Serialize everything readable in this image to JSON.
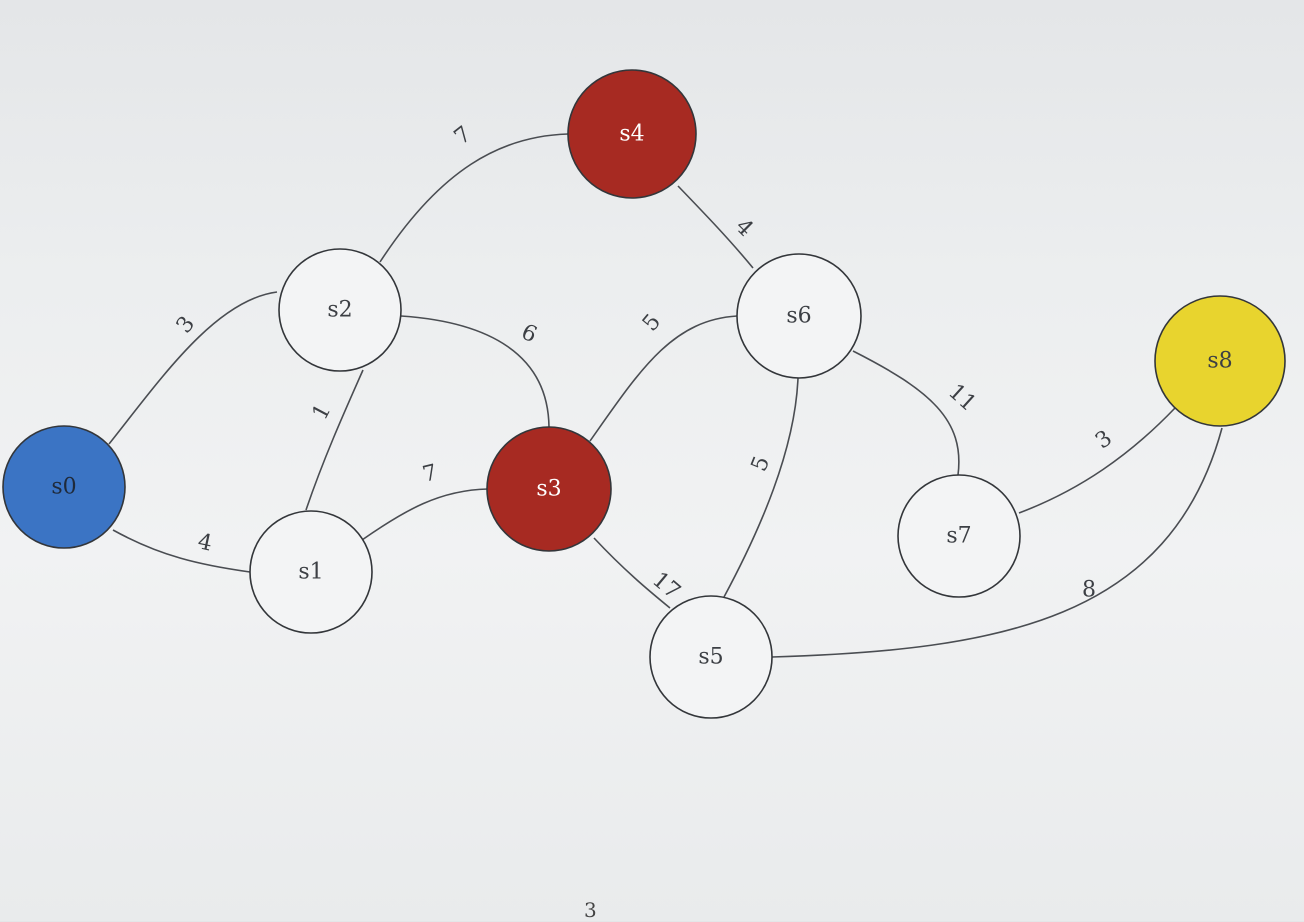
{
  "graph": {
    "nodes": [
      {
        "id": "s0",
        "label": "s0",
        "fill": "#3b74c4",
        "text_color": "#1f2a3a"
      },
      {
        "id": "s1",
        "label": "s1",
        "fill": "#f3f4f5",
        "text_color": "#3c3f44"
      },
      {
        "id": "s2",
        "label": "s2",
        "fill": "#f3f4f5",
        "text_color": "#3c3f44"
      },
      {
        "id": "s3",
        "label": "s3",
        "fill": "#a72a22",
        "text_color": "#ffffff"
      },
      {
        "id": "s4",
        "label": "s4",
        "fill": "#a72a22",
        "text_color": "#ffffff"
      },
      {
        "id": "s5",
        "label": "s5",
        "fill": "#f3f4f5",
        "text_color": "#3c3f44"
      },
      {
        "id": "s6",
        "label": "s6",
        "fill": "#f3f4f5",
        "text_color": "#3c3f44"
      },
      {
        "id": "s7",
        "label": "s7",
        "fill": "#f3f4f5",
        "text_color": "#3c3f44"
      },
      {
        "id": "s8",
        "label": "s8",
        "fill": "#e8d42e",
        "text_color": "#3c3f44"
      }
    ],
    "edges": [
      {
        "from": "s0",
        "to": "s2",
        "weight": "3"
      },
      {
        "from": "s0",
        "to": "s1",
        "weight": "4"
      },
      {
        "from": "s1",
        "to": "s2",
        "weight": "1"
      },
      {
        "from": "s1",
        "to": "s3",
        "weight": "7"
      },
      {
        "from": "s2",
        "to": "s4",
        "weight": "7"
      },
      {
        "from": "s2",
        "to": "s3",
        "weight": "6"
      },
      {
        "from": "s4",
        "to": "s6",
        "weight": "4"
      },
      {
        "from": "s3",
        "to": "s6",
        "weight": "5"
      },
      {
        "from": "s3",
        "to": "s5",
        "weight": "17"
      },
      {
        "from": "s6",
        "to": "s5",
        "weight": "5"
      },
      {
        "from": "s6",
        "to": "s7",
        "weight": "11"
      },
      {
        "from": "s7",
        "to": "s8",
        "weight": "3"
      },
      {
        "from": "s5",
        "to": "s8",
        "weight": "8"
      }
    ]
  },
  "page": {
    "number": "3"
  }
}
